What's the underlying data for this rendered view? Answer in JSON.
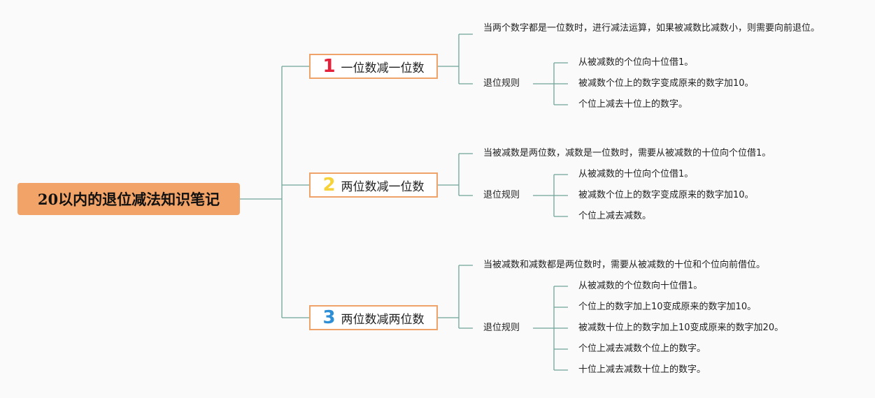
{
  "root": {
    "title": "20以内的退位减法知识笔记"
  },
  "rule_label": "退位规则",
  "branches": [
    {
      "number": "1",
      "number_color": "#e5203a",
      "title": "一位数减一位数",
      "description": "当两个数字都是一位数时，进行减法运算，如果被减数比减数小，则需要向前退位。",
      "rules": [
        "从被减数的个位向十位借1。",
        "被减数个位上的数字变成原来的数字加10。",
        "个位上减去十位上的数字。"
      ]
    },
    {
      "number": "2",
      "number_color": "#f6d33a",
      "title": "两位数减一位数",
      "description": "当被减数是两位数，减数是一位数时，需要从被减数的十位向个位借1。",
      "rules": [
        "从被减数的十位向个位借1。",
        "被减数个位上的数字变成原来的数字加10。",
        "个位上减去减数。"
      ]
    },
    {
      "number": "3",
      "number_color": "#2f8fd6",
      "title": "两位数减两位数",
      "description": "当被减数和减数都是两位数时，需要从被减数的十位和个位向前借位。",
      "rules": [
        "从被减数的个位数向十位借1。",
        "个位上的数字加上10变成原来的数字加10。",
        "被减数十位上的数字加上10变成原来的数字加20。",
        "个位上减去减数个位上的数字。",
        "十位上减去减数十位上的数字。"
      ]
    }
  ],
  "colors": {
    "root_bg": "#f2a367",
    "branch_border": "#f0a368",
    "line": "#5a9a8a"
  }
}
